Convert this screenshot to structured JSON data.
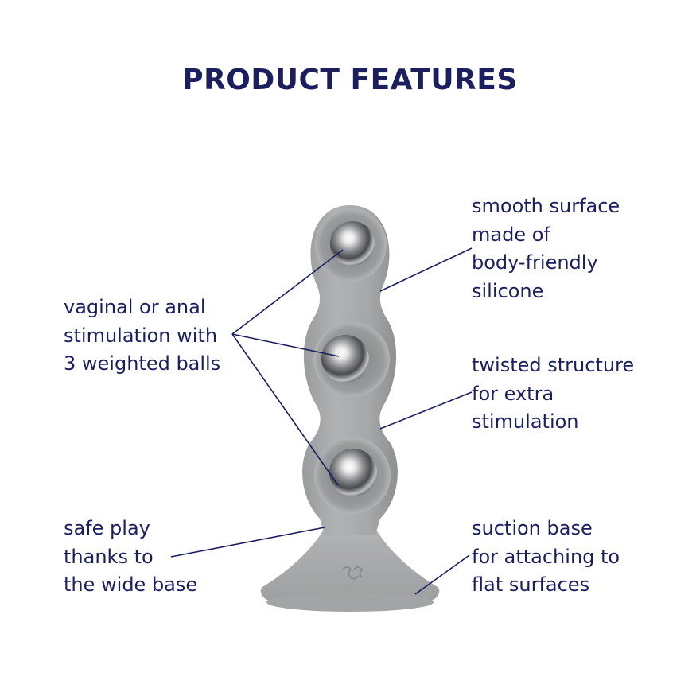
{
  "title": "PRODUCT FEATURES",
  "colors": {
    "text": "#1b1f5e",
    "product": "#a9aaab",
    "leader_line": "#1b1f5e",
    "background": "#ffffff"
  },
  "features": {
    "smooth_surface": {
      "lines": [
        "smooth surface",
        "made of",
        "body-friendly",
        "silicone"
      ]
    },
    "weighted_balls": {
      "lines": [
        "vaginal or anal",
        "stimulation with",
        "3 weighted balls"
      ]
    },
    "twisted_structure": {
      "lines": [
        "twisted structure",
        "for extra",
        "stimulation"
      ]
    },
    "safe_play": {
      "lines": [
        "safe play",
        "thanks to",
        "the wide base"
      ]
    },
    "suction_base": {
      "lines": [
        "suction base",
        "for attaching to",
        "flat surfaces"
      ]
    }
  },
  "product": {
    "ball_count": 3,
    "logo": "satisfyer-logo-icon"
  }
}
